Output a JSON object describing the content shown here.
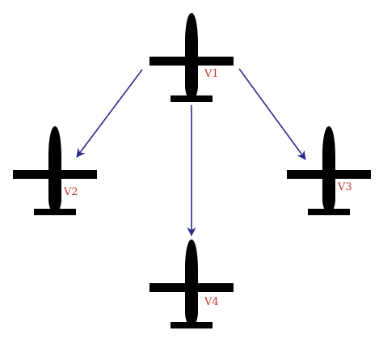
{
  "colors": {
    "aircraft": "#000000",
    "label": "#c0392b",
    "arrow": "#2b2a8c",
    "background": "#ffffff"
  },
  "aircraft": [
    {
      "id": "v1",
      "label": "V1",
      "icon": "airplane-icon"
    },
    {
      "id": "v2",
      "label": "V2",
      "icon": "airplane-icon"
    },
    {
      "id": "v3",
      "label": "V3",
      "icon": "airplane-icon"
    },
    {
      "id": "v4",
      "label": "V4",
      "icon": "airplane-icon"
    }
  ],
  "arrows": [
    {
      "from": "V1",
      "to": "V2"
    },
    {
      "from": "V1",
      "to": "V4"
    },
    {
      "from": "V1",
      "to": "V3"
    }
  ]
}
